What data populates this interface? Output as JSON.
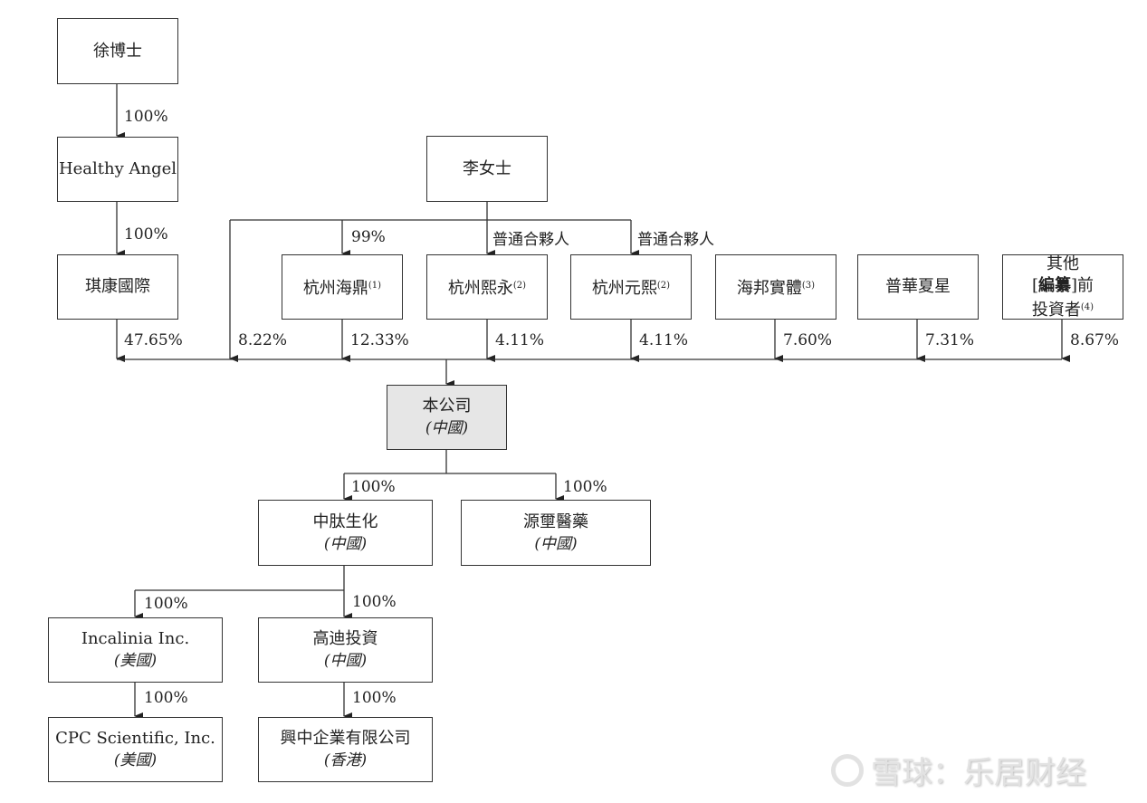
{
  "entities": {
    "xu": {
      "name": "徐博士"
    },
    "healthy_angel": {
      "name": "Healthy Angel"
    },
    "qikang": {
      "name": "琪康國際"
    },
    "li": {
      "name": "李女士"
    },
    "haiding": {
      "name": "杭州海鼎",
      "note": "(1)"
    },
    "xiyong": {
      "name": "杭州熙永",
      "note": "(2)"
    },
    "yuanxi": {
      "name": "杭州元熙",
      "note": "(2)"
    },
    "haibang": {
      "name": "海邦實體",
      "note": "(3)"
    },
    "puhua": {
      "name": "普華夏星"
    },
    "others": {
      "line1": "其他",
      "line2_bracket_open": "[",
      "line2_bold": "編纂",
      "line2_bracket_close": "]前",
      "line3": "投資者",
      "note": "(4)"
    },
    "company": {
      "name": "本公司",
      "region": "(中國)"
    },
    "zhongtai": {
      "name": "中肽生化",
      "region": "(中國)"
    },
    "yuanxi_pharma": {
      "name": "源壐醫藥",
      "region": "(中國)"
    },
    "incalinia": {
      "name": "Incalinia Inc.",
      "region": "(美國)"
    },
    "gaodi": {
      "name": "高迪投資",
      "region": "(中國)"
    },
    "cpc": {
      "name": "CPC Scientific, Inc.",
      "region": "(美國)"
    },
    "xingzhong": {
      "name": "興中企業有限公司",
      "region": "(香港)"
    }
  },
  "edges": {
    "xu_ha": "100%",
    "ha_qikang": "100%",
    "li_haiding": "99%",
    "li_xiyong": "普通合夥人",
    "li_yuanxi": "普通合夥人",
    "qikang_co": "47.65%",
    "li_co": "8.22%",
    "haiding_co": "12.33%",
    "xiyong_co": "4.11%",
    "yuanxi_co": "4.11%",
    "haibang_co": "7.60%",
    "puhua_co": "7.31%",
    "others_co": "8.67%",
    "co_zhongtai": "100%",
    "co_yuanxi_pharma": "100%",
    "zhongtai_incalinia": "100%",
    "zhongtai_gaodi": "100%",
    "incalinia_cpc": "100%",
    "gaodi_xingzhong": "100%"
  },
  "watermark": {
    "text": "雪球：乐居财经"
  }
}
